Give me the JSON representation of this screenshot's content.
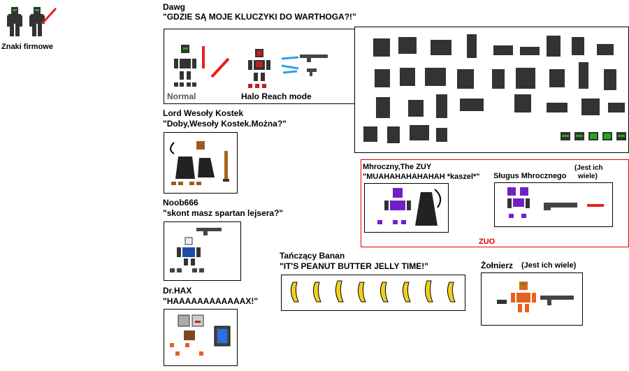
{
  "logo": {
    "caption": "Znaki firmowe"
  },
  "dawg": {
    "name": "Dawg",
    "quote": "\"GDZIE SĄ MOJE KLUCZYKI DO WARTHOGA?!\"",
    "normal_label": "Normal",
    "reach_label": "Halo Reach mode"
  },
  "lord": {
    "name": "Lord Wesoły Kostek",
    "quote": "\"Doby,Wesoły Kostek.Można?\""
  },
  "noob": {
    "name": "Noob666",
    "quote": "\"skont masz spartan lejsera?\""
  },
  "hax": {
    "name": "Dr.HAX",
    "quote": "\"HAAAAAAAAAAAAX!\""
  },
  "evil": {
    "name": "Mhroczny,The ZUY",
    "quote": "\"MUAHAHAHAHAHAH *kaszel*\"",
    "servant": "Sługus Mhrocznego",
    "servant_note_1": "(Jest ich",
    "servant_note_2": "wiele)",
    "group_label": "ZUO"
  },
  "banana": {
    "name": "Tańczący Banan",
    "quote": "\"IT'S PEANUT BUTTER JELLY TIME!\""
  },
  "soldier": {
    "name": "Żołnierz",
    "note": "(Jest ich wiele)"
  },
  "colors": {
    "dark": "#2e2e2e",
    "mid": "#4a4a4a",
    "visor": "#1fa81f",
    "laser": "#e82020",
    "red": "#e00000",
    "purple": "#7020c8",
    "banana": "#f0d020",
    "orange": "#e86020"
  }
}
